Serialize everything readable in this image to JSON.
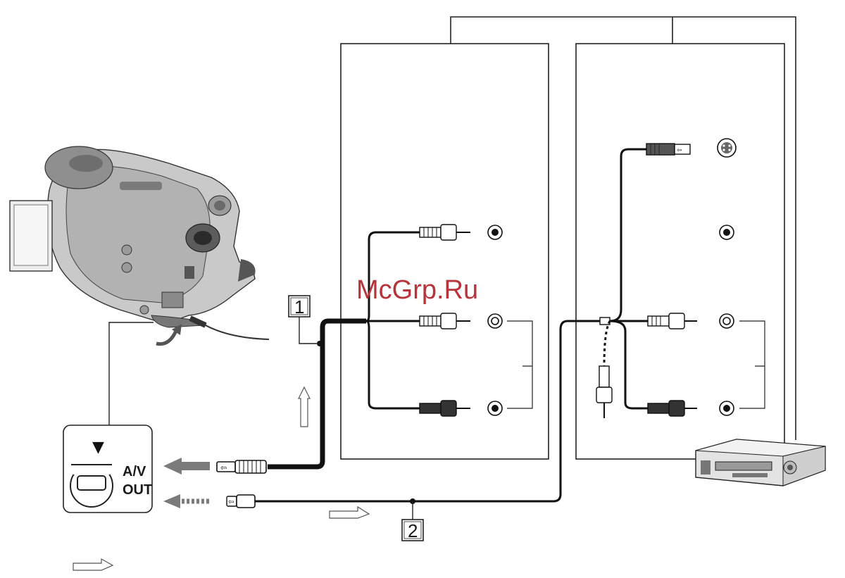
{
  "watermark": "McGrp.Ru",
  "av_out": {
    "line1": "A/V",
    "line2": "OUT"
  },
  "callouts": [
    {
      "number": "1"
    },
    {
      "number": "2"
    }
  ],
  "arrow_glyph": "▼"
}
